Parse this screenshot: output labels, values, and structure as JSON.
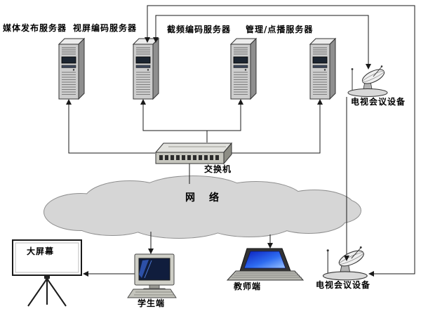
{
  "diagram": {
    "background_color": "#ffffff",
    "line_color": "#1a1a1a",
    "cloud_color": "#d6d6d6",
    "labels": {
      "media_server": "媒体发布服务器",
      "video_encode_server": "视屏编码服务器",
      "capture_encode_server": "截频编码服务器",
      "mgmt_vod_server": "管理/点播服务器",
      "vc_top": "电视会议设备",
      "switch": "交换机",
      "network": "网　络",
      "big_screen": "大屏幕",
      "student": "学生端",
      "teacher": "教师端",
      "vc_bottom": "电视会议设备"
    },
    "icons": {
      "server_tower": "server-tower-icon",
      "switch": "network-switch-icon",
      "cloud": "network-cloud-icon",
      "projector_screen": "projector-screen-icon",
      "desktop": "desktop-computer-icon",
      "laptop": "laptop-icon",
      "satellite": "satellite-dish-icon"
    }
  }
}
